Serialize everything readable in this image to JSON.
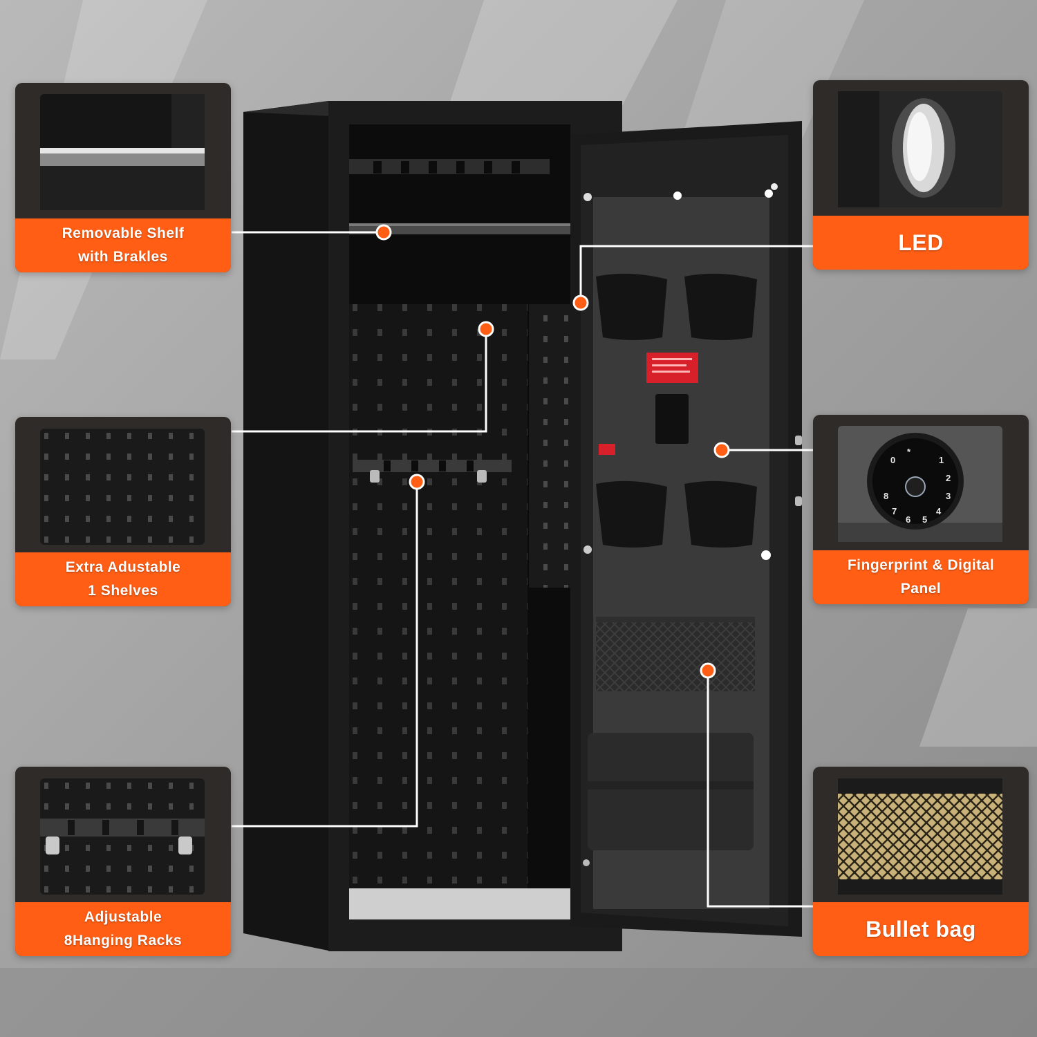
{
  "features": {
    "removable_shelf": {
      "line1": "Removable Shelf",
      "line2": "with Brakles"
    },
    "extra_shelves": {
      "line1": "Extra Adustable",
      "line2": "1 Shelves"
    },
    "hanging_racks": {
      "line1": "Adjustable",
      "line2": "8Hanging Racks"
    },
    "led": {
      "line1": "LED"
    },
    "fingerprint": {
      "line1": "Fingerprint & Digital",
      "line2": "Panel"
    },
    "bullet_bag": {
      "line1": "Bullet bag"
    }
  },
  "keypad": {
    "keys": [
      "0",
      "*",
      "1",
      "2",
      "3",
      "4",
      "5",
      "6",
      "7",
      "8"
    ]
  },
  "colors": {
    "accent": "#ff5e14",
    "safe_body": "#1c1c1c",
    "background": "#9a9a9a"
  }
}
